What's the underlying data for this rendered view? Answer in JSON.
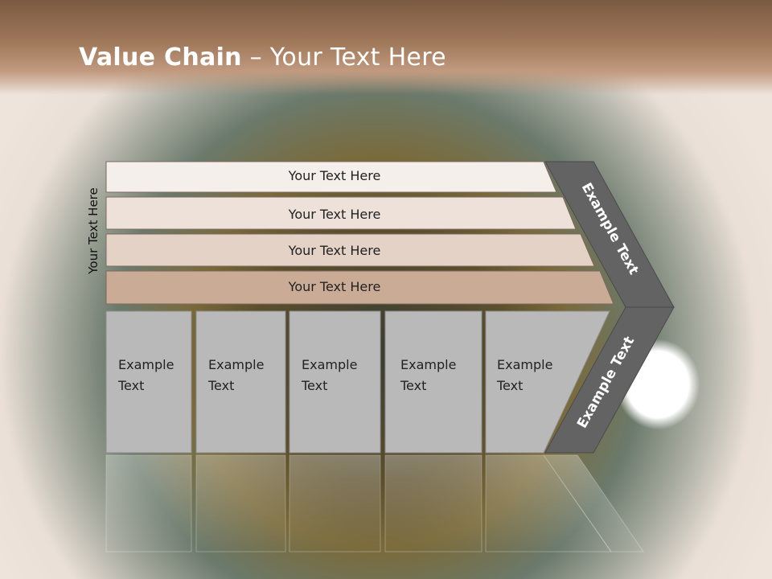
{
  "title": {
    "bold": "Value Chain",
    "rest": " – Your Text Here"
  },
  "side_label": "Your Text Here",
  "support_activities": [
    {
      "label": "Your Text Here",
      "fill": "#f4efea"
    },
    {
      "label": "Your Text Here",
      "fill": "#eee1d9"
    },
    {
      "label": "Your Text Here",
      "fill": "#e4d2c6"
    },
    {
      "label": "Your Text Here",
      "fill": "#c9ab96"
    }
  ],
  "primary_activities": [
    {
      "line1": "Example",
      "line2": "Text"
    },
    {
      "line1": "Example",
      "line2": "Text"
    },
    {
      "line1": "Example",
      "line2": "Text"
    },
    {
      "line1": "Example",
      "line2": "Text"
    },
    {
      "line1": "Example",
      "line2": "Text"
    }
  ],
  "arrow": {
    "upper_label": "Example Text",
    "lower_label": "Example Text",
    "fill": "#636363"
  },
  "colors": {
    "box_fill": "#b9b9b9",
    "box_stroke": "#8e8e8e",
    "band_stroke": "#7b6a60"
  }
}
